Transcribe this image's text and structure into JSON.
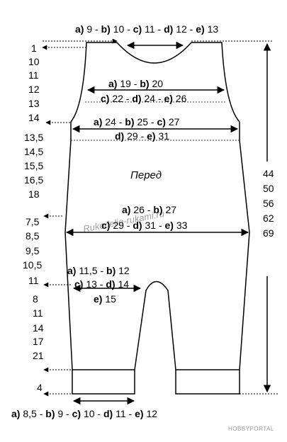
{
  "title": "Перед",
  "top": {
    "a": "9",
    "b": "10",
    "c": "11",
    "d": "12",
    "e": "13"
  },
  "chest1": {
    "a": "19",
    "b": "20"
  },
  "chest2": {
    "c": "22",
    "d": "24",
    "e": "26"
  },
  "width1": {
    "a": "24",
    "b": "25",
    "c": "27"
  },
  "width2": {
    "d": "29",
    "e": "31"
  },
  "hip1": {
    "a": "26",
    "b": "27"
  },
  "hip2": {
    "c": "29",
    "d": "31",
    "e": "33"
  },
  "crotch1": {
    "a": "11,5",
    "b": "12"
  },
  "crotch2": {
    "c": "13",
    "d": "14"
  },
  "crotch3": {
    "e": "15"
  },
  "bottom": {
    "a": "8,5",
    "b": "9",
    "c": "10",
    "d": "11",
    "e": "12"
  },
  "left_col": [
    "1",
    "10",
    "11",
    "12",
    "13",
    "14",
    "13,5",
    "14,5",
    "15,5",
    "16,5",
    "18",
    "7,5",
    "8,5",
    "9,5",
    "10,5",
    "11",
    "8",
    "11",
    "14",
    "17",
    "21",
    "4"
  ],
  "right_col": [
    "44",
    "50",
    "56",
    "62",
    "69"
  ],
  "watermark": "Rukodelie-rukami.ru",
  "brand": "HOBBYPORTAL"
}
